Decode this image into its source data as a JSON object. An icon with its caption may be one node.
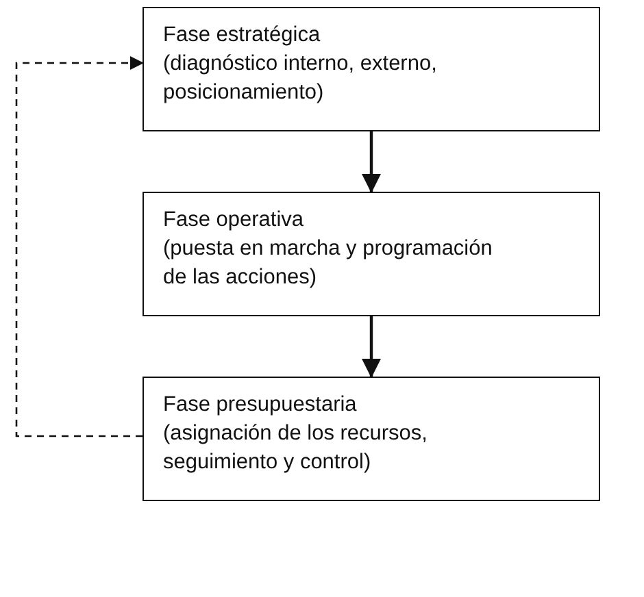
{
  "diagram": {
    "nodes": [
      {
        "text": [
          "Fase estratégica",
          "(diagnóstico interno, externo, posicionamiento)"
        ]
      },
      {
        "text": [
          "Fase operativa",
          "(puesta en marcha y programación de las acciones)"
        ]
      },
      {
        "text": [
          "Fase presupuestaria",
          "(asignación de los recursos, seguimiento y control)"
        ]
      }
    ],
    "edges": [
      {
        "from": 0,
        "to": 1,
        "arrow": "to"
      },
      {
        "from": 1,
        "to": 2,
        "arrow": "to"
      },
      {
        "from": 2,
        "to": 0,
        "arrow": "to",
        "style": "dashed"
      }
    ]
  }
}
